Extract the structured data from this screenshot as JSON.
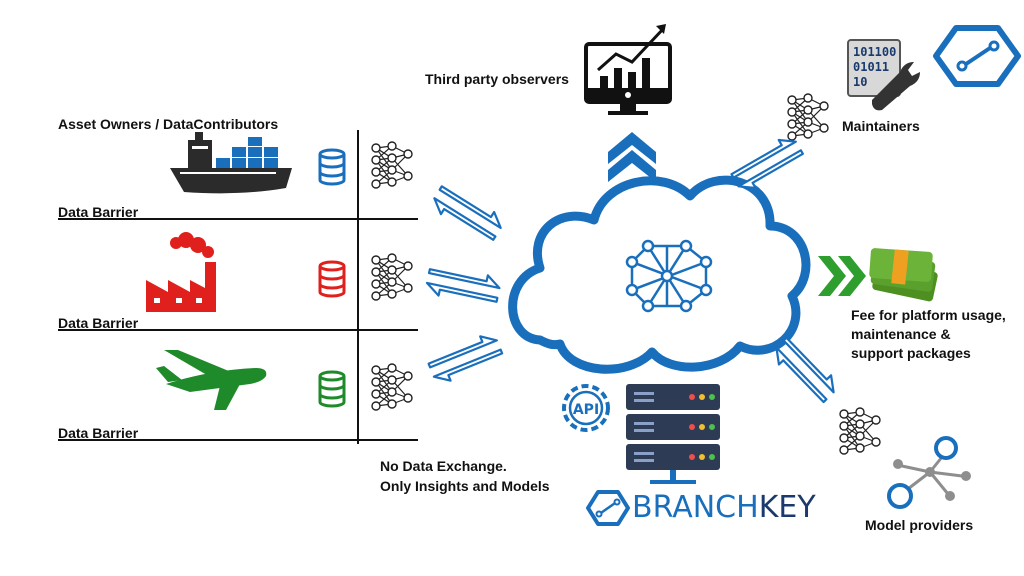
{
  "title": "Asset Owners / DataContributors",
  "barriers": [
    "Data Barrier",
    "Data Barrier",
    "Data Barrier"
  ],
  "observers_label": "Third party observers",
  "maintainers_label": "Maintainers",
  "fee_lines": [
    "Fee for platform usage,",
    "maintenance &",
    "support packages"
  ],
  "no_exchange_lines": [
    "No Data Exchange.",
    "Only Insights and Models"
  ],
  "model_providers_label": "Model providers",
  "api_label": "API",
  "binary_text": [
    "101100",
    "01011",
    "10"
  ],
  "brand": {
    "part1": "BRANCH",
    "part2": "KEY"
  },
  "colors": {
    "accent": "#1a6fbd",
    "ship": "#2b2b2b",
    "factory": "#e0201c",
    "plane": "#1f8a2a",
    "money": "#5aa02c",
    "chevron": "#2e9e2e",
    "node_gray": "#8e8e8e",
    "server": "#2d3b55"
  }
}
